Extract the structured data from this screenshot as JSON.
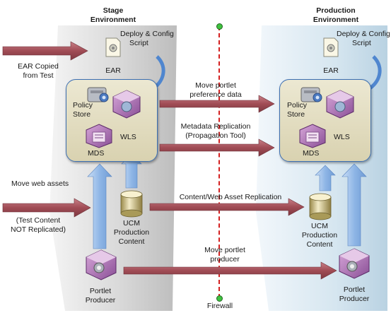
{
  "stage": {
    "title_line1": "Stage",
    "title_line2": "Environment"
  },
  "production": {
    "title_line1": "Production",
    "title_line2": "Environment"
  },
  "stage_labels": {
    "deploy_line1": "Deploy & Config",
    "deploy_line2": "Script",
    "ear": "EAR",
    "policy_line1": "Policy",
    "policy_line2": "Store",
    "wls": "WLS",
    "mds": "MDS",
    "ucm_line1": "UCM",
    "ucm_line2": "Production",
    "ucm_line3": "Content",
    "portlet_line1": "Portlet",
    "portlet_line2": "Producer"
  },
  "prod_labels": {
    "deploy_line1": "Deploy & Config",
    "deploy_line2": "Script",
    "ear": "EAR",
    "policy_line1": "Policy",
    "policy_line2": "Store",
    "wls": "WLS",
    "mds": "MDS",
    "ucm_line1": "UCM",
    "ucm_line2": "Production",
    "ucm_line3": "Content",
    "portlet_line1": "Portlet",
    "portlet_line2": "Producer"
  },
  "left_labels": {
    "ear_copied_line1": "EAR Copied",
    "ear_copied_line2": "from Test",
    "move_web_assets": "Move web assets",
    "test_content_line1": "(Test Content",
    "test_content_line2": "NOT Replicated)"
  },
  "flows": {
    "portlet_pref_line1": "Move portlet",
    "portlet_pref_line2": "preference data",
    "metadata_line1": "Metadata Replication",
    "metadata_line2": "(Propagation Tool)",
    "content_replication": "Content/Web Asset Replication",
    "portlet_producer_line1": "Move portlet",
    "portlet_producer_line2": "producer"
  },
  "firewall": "Firewall",
  "colors": {
    "arrow_red": "#a8525a",
    "arrow_blue": "#9cc0ea",
    "panel_border": "#3c6fb2",
    "firewall": "#d42020"
  }
}
